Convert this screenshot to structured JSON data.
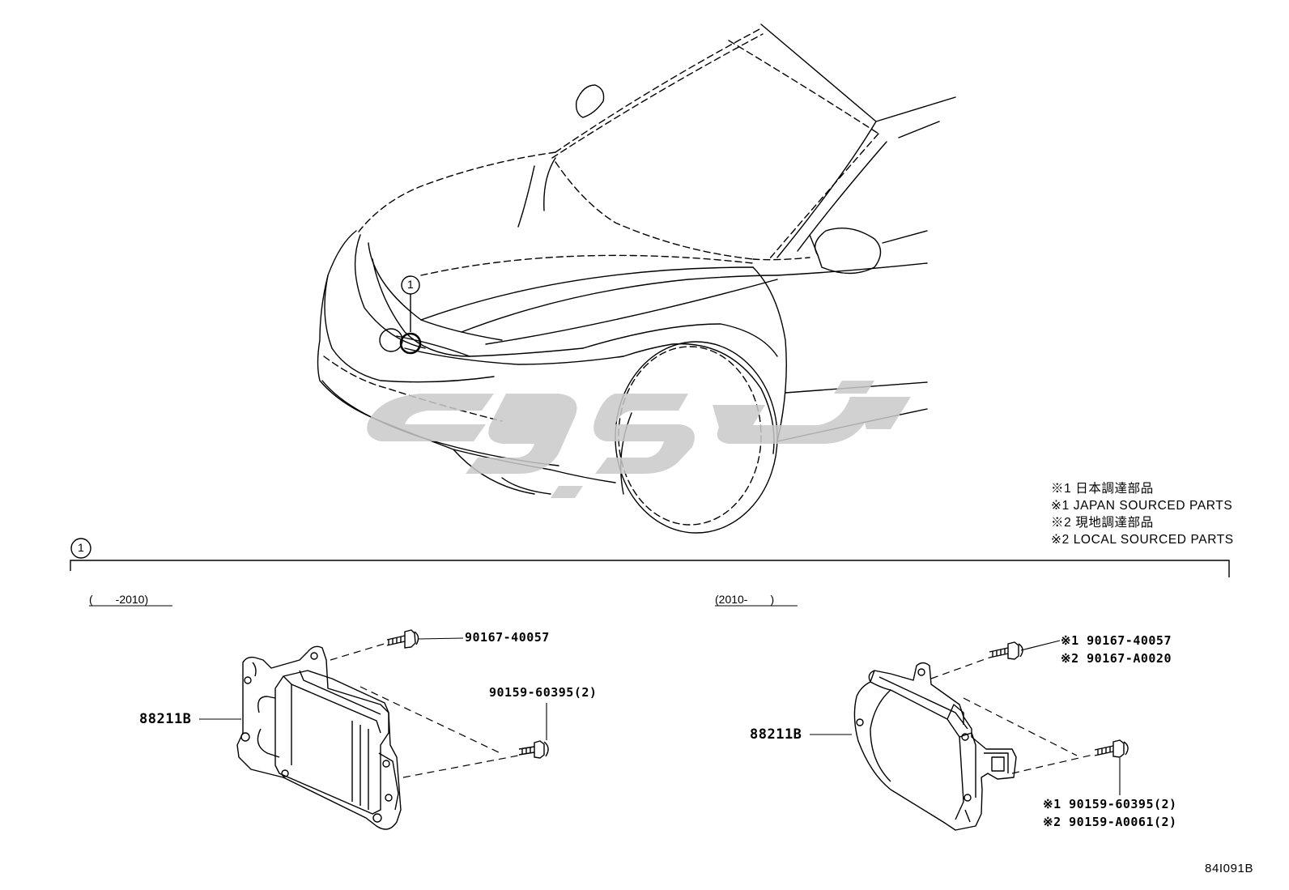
{
  "notes": [
    "※1 日本調達部品",
    "※1 JAPAN SOURCED PARTS",
    "※2 現地調達部品",
    "※2 LOCAL SOURCED PARTS"
  ],
  "callout_number": "1",
  "left_group": {
    "period": "(　　-2010)",
    "main_part": "88211B",
    "bolt_top": "90167-40057",
    "bolt_bottom": "90159-60395(2)"
  },
  "right_group": {
    "period": "(2010-　　)",
    "main_part": "88211B",
    "bolt_top": [
      "※1 90167-40057",
      "※2 90167-A0020"
    ],
    "bolt_bottom": [
      "※1 90159-60395(2)",
      "※2 90159-A0061(2)"
    ]
  },
  "diagram_code": "84I091B",
  "colors": {
    "line": "#000000",
    "watermark": "#c9c9c9",
    "background": "#ffffff"
  }
}
